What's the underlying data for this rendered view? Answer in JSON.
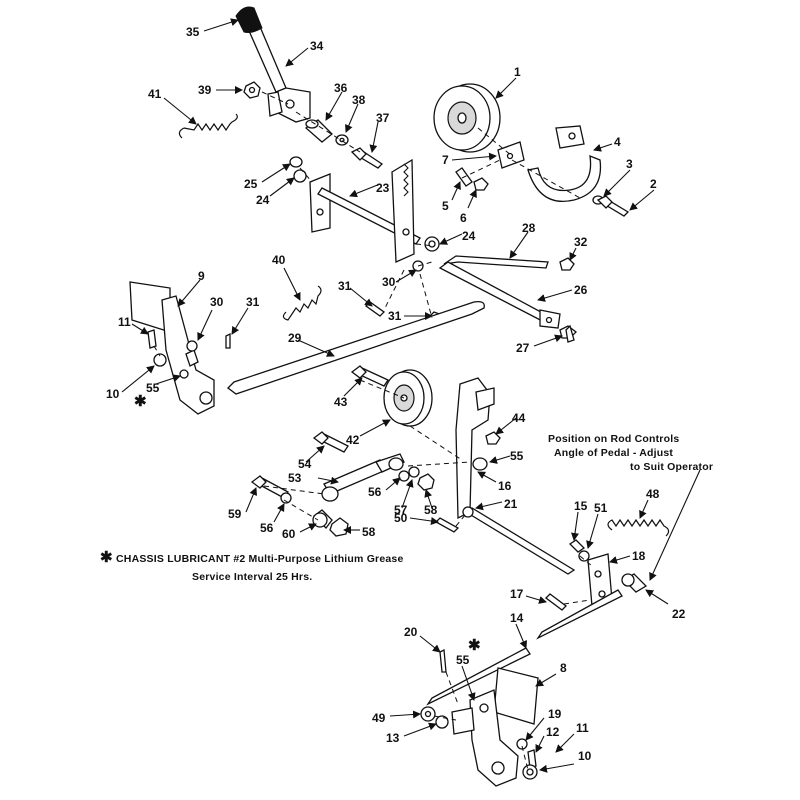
{
  "callouts": {
    "c1": "1",
    "c2": "2",
    "c3": "3",
    "c4": "4",
    "c5": "5",
    "c6": "6",
    "c7": "7",
    "c8": "8",
    "c9": "9",
    "c10a": "10",
    "c10b": "10",
    "c11a": "11",
    "c11b": "11",
    "c12": "12",
    "c13": "13",
    "c14": "14",
    "c15": "15",
    "c16": "16",
    "c17": "17",
    "c18": "18",
    "c19": "19",
    "c20": "20",
    "c21": "21",
    "c22": "22",
    "c23": "23",
    "c24a": "24",
    "c24b": "24",
    "c25": "25",
    "c26": "26",
    "c27": "27",
    "c28": "28",
    "c29": "29",
    "c30a": "30",
    "c30b": "30",
    "c31a": "31",
    "c31b": "31",
    "c31c": "31",
    "c32": "32",
    "c34": "34",
    "c35": "35",
    "c36": "36",
    "c37": "37",
    "c38": "38",
    "c39": "39",
    "c40": "40",
    "c41": "41",
    "c42": "42",
    "c43": "43",
    "c44": "44",
    "c48": "48",
    "c49": "49",
    "c50": "50",
    "c51": "51",
    "c53": "53",
    "c54": "54",
    "c55a": "55",
    "c55b": "55",
    "c55c": "55",
    "c56a": "56",
    "c56b": "56",
    "c57": "57",
    "c58a": "58",
    "c58b": "58",
    "c59": "59",
    "c60": "60"
  },
  "notes": {
    "position_line1": "Position on Rod Controls",
    "position_line2": "Angle of Pedal - Adjust",
    "position_line3": "to Suit Operator",
    "lube_symbol": "✱",
    "lube_line1": "CHASSIS LUBRICANT #2 Multi-Purpose Lithium Grease",
    "lube_line2": "Service Interval 25 Hrs.",
    "lube_marker_left": "✱",
    "lube_marker_bottom": "✱"
  }
}
